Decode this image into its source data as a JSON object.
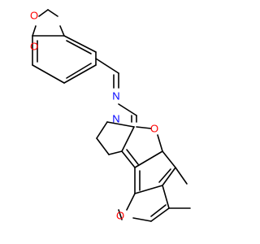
{
  "molecule": {
    "colors": {
      "bond": "#000000",
      "oxygen": "#ff0000",
      "nitrogen": "#0000ff",
      "background": "#ffffff"
    },
    "atoms": {
      "o_dioxole_top": "O",
      "o_dioxole_bottom": "O",
      "n_imine": "N",
      "n_hydrazone": "N",
      "o_pyran": "O",
      "o_furan": "O"
    }
  }
}
